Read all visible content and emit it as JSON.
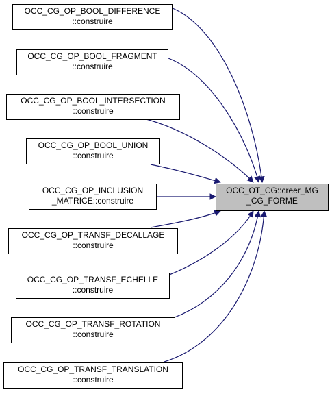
{
  "target": {
    "line1": "OCC_OT_CG::creer_MG",
    "line2": "_CG_FORME"
  },
  "callers": [
    {
      "line1": "OCC_CG_OP_BOOL_DIFFERENCE",
      "line2": "::construire"
    },
    {
      "line1": "OCC_CG_OP_BOOL_FRAGMENT",
      "line2": "::construire"
    },
    {
      "line1": "OCC_CG_OP_BOOL_INTERSECTION",
      "line2": "::construire"
    },
    {
      "line1": "OCC_CG_OP_BOOL_UNION",
      "line2": "::construire"
    },
    {
      "line1": "OCC_CG_OP_INCLUSION",
      "line2": "_MATRICE::construire"
    },
    {
      "line1": "OCC_CG_OP_TRANSF_DECALLAGE",
      "line2": "::construire"
    },
    {
      "line1": "OCC_CG_OP_TRANSF_ECHELLE",
      "line2": "::construire"
    },
    {
      "line1": "OCC_CG_OP_TRANSF_ROTATION",
      "line2": "::construire"
    },
    {
      "line1": "OCC_CG_OP_TRANSF_TRANSLATION",
      "line2": "::construire"
    }
  ],
  "colors": {
    "edge": "#191970",
    "target_fill": "#bfbfbf",
    "node_border": "#000000"
  }
}
